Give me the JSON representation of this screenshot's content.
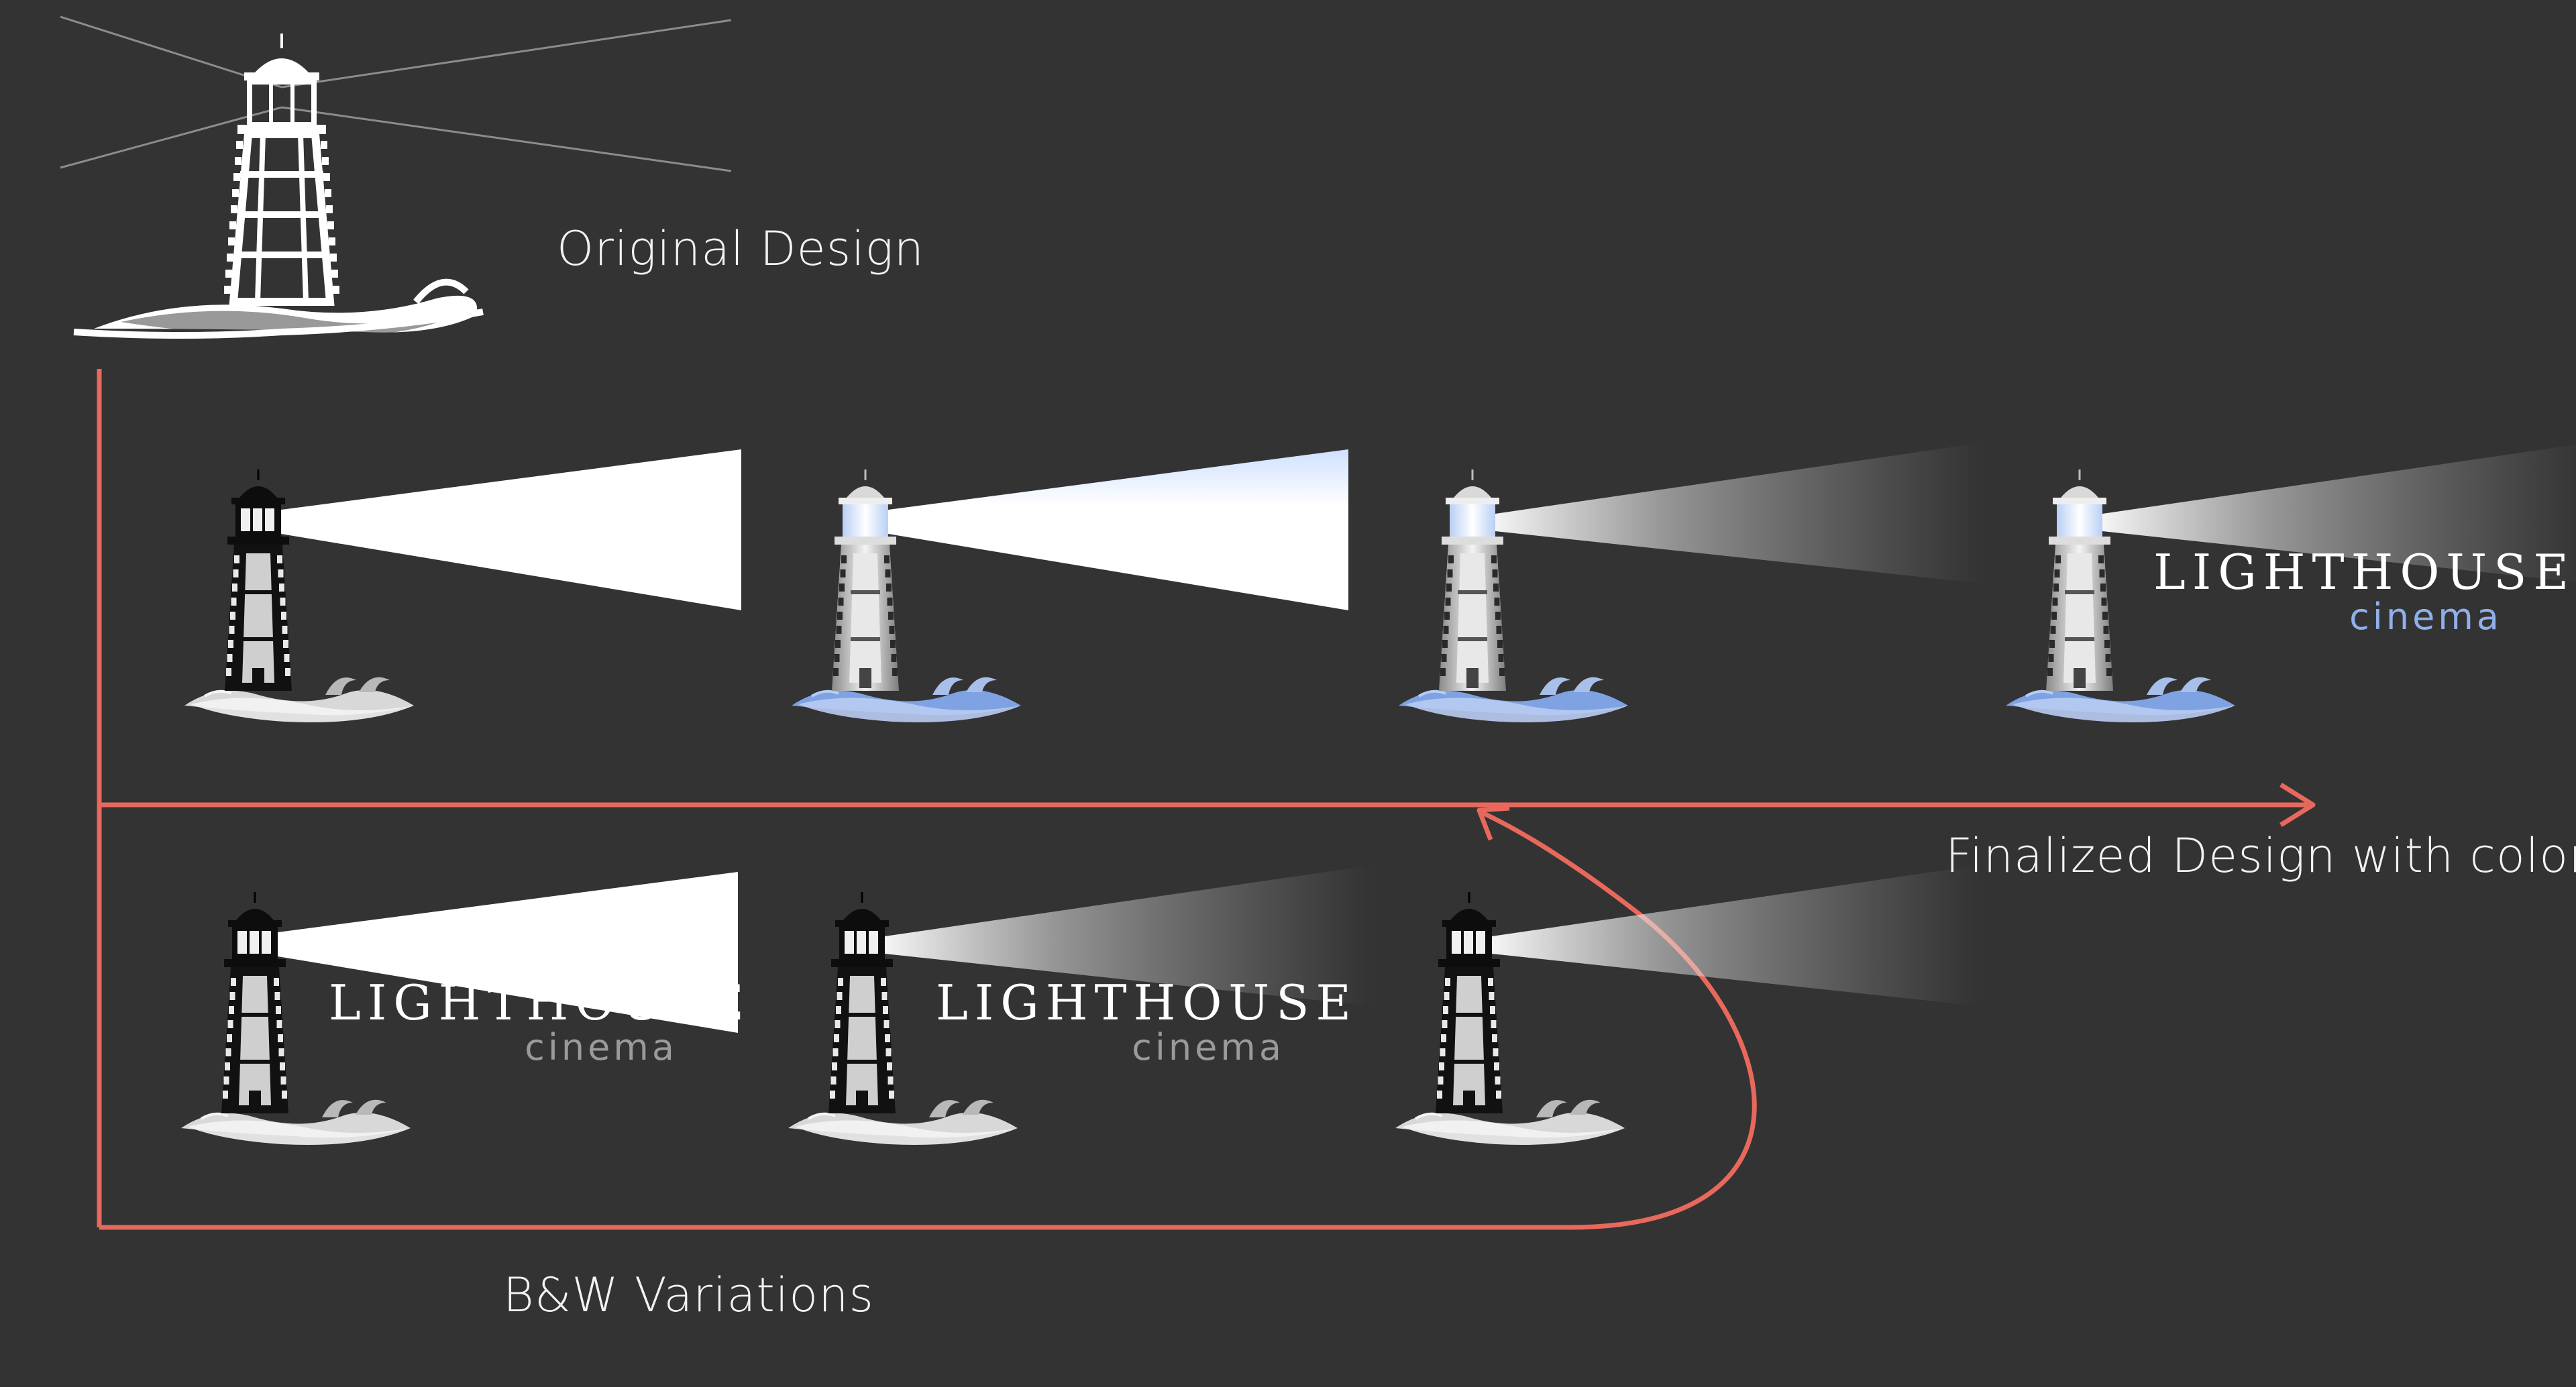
{
  "captions": {
    "original": "Original Design",
    "finalized": "Finalized Design with color",
    "bw": "B&W Variations"
  },
  "wordmark": {
    "title": "LIGHTHOUSE",
    "subtitle": "cinema"
  },
  "colors": {
    "background": "#333333",
    "arrow": "#e8695c",
    "accent_blue": "#8fb0ea",
    "wave_blue": "#7fa2e3",
    "wave_gray": "#d8d8d8",
    "subtitle_gray": "#9a9a9a",
    "outline_white": "#ffffff"
  },
  "logos": [
    {
      "id": "original",
      "row": "top",
      "style": "outline-white",
      "beam": "rays",
      "wordmark": false
    },
    {
      "id": "c1",
      "row": "color",
      "style": "black",
      "beam": "solid",
      "wave": "gray",
      "wordmark": false
    },
    {
      "id": "c2",
      "row": "color",
      "style": "silver",
      "beam": "solid",
      "wave": "blue",
      "wordmark": false
    },
    {
      "id": "c3",
      "row": "color",
      "style": "silver",
      "beam": "glow",
      "wave": "blue",
      "wordmark": false
    },
    {
      "id": "c4",
      "row": "color",
      "style": "silver",
      "beam": "glow",
      "wave": "blue",
      "wordmark": true,
      "subtitle_color": "blue"
    },
    {
      "id": "b1",
      "row": "bw",
      "style": "black",
      "beam": "solid",
      "wave": "gray",
      "wordmark": true,
      "subtitle_color": "gray"
    },
    {
      "id": "b2",
      "row": "bw",
      "style": "black",
      "beam": "glow",
      "wave": "gray",
      "wordmark": true,
      "subtitle_color": "gray"
    },
    {
      "id": "b3",
      "row": "bw",
      "style": "black",
      "beam": "glow",
      "wave": "gray",
      "wordmark": false
    }
  ]
}
